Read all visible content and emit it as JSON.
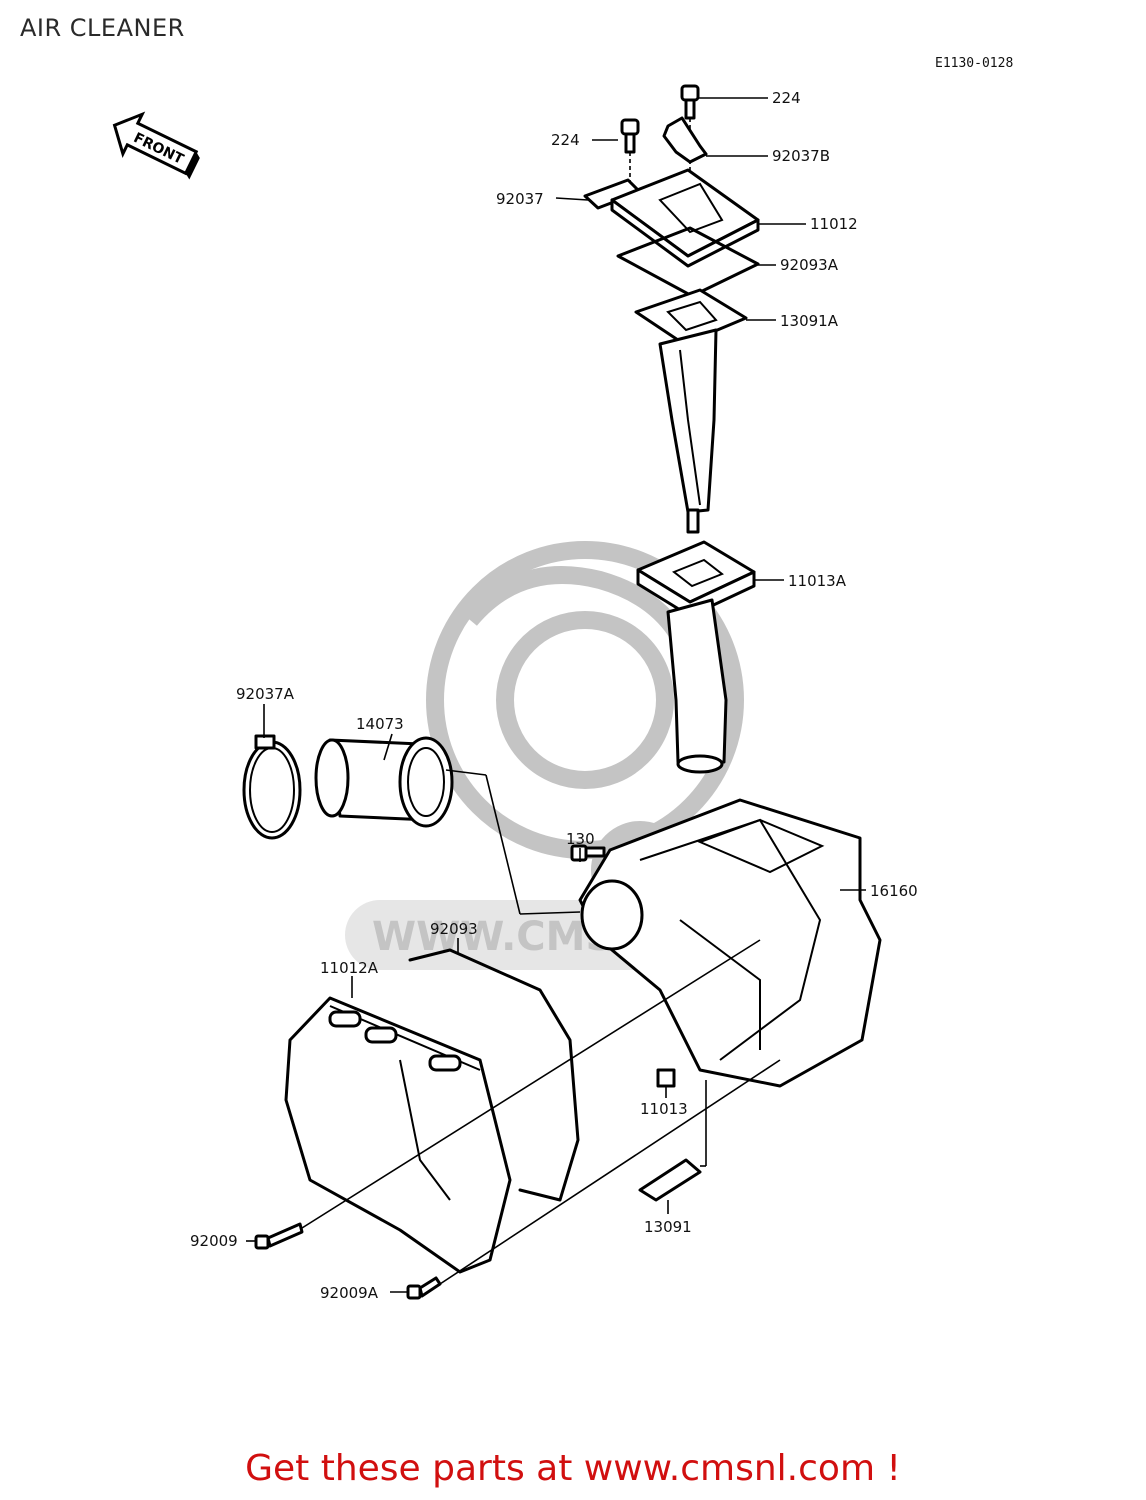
{
  "title": "AIR CLEANER",
  "diagram_code": "E1130-0128",
  "front_label": "FRONT",
  "footer": "Get these parts at www.cmsnl.com !",
  "watermark_text": "WWW.CMSNL.COM",
  "parts": {
    "p224a": "224",
    "p224b": "224",
    "p92037B": "92037B",
    "p92037": "92037",
    "p11012": "11012",
    "p92093A": "92093A",
    "p13091A": "13091A",
    "p11013A": "11013A",
    "p92037A": "92037A",
    "p14073": "14073",
    "p130": "130",
    "p16160": "16160",
    "p92093": "92093",
    "p11012A": "11012A",
    "p11013": "11013",
    "p13091": "13091",
    "p92009": "92009",
    "p92009A": "92009A"
  },
  "colors": {
    "footer": "#d10f0f",
    "lines": "#000000",
    "watermark": "#c4c4c4"
  }
}
